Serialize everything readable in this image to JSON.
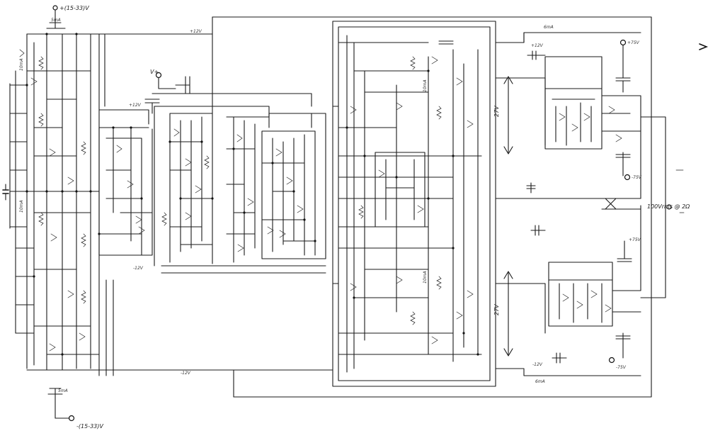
{
  "supply_top": "+(15-33)V",
  "supply_bottom": "-(15-33)V",
  "input_label": "V+",
  "output_label": "100Vrms @ 2Ω",
  "labels": {
    "top_current": "5mA",
    "bottom_current": "5mA",
    "rail_pos": "+12V",
    "rail_neg": "-12V",
    "rail_pos_top": "+12V",
    "rail_neg_bottom": "-12V",
    "right_top_current": "6mA",
    "right_bottom_current": "6mA",
    "out_top_v": "+75V",
    "out_mid_v": "+75V",
    "out_low_v": "-75V",
    "out_bottom_v": "-75V",
    "rail_pos_out": "+12V",
    "rail_neg_out": "-12V",
    "span_top": "27V",
    "span_bottom": "27V",
    "mid_left_ma": "10mA",
    "mid_right_ma": "10mA",
    "mid_left_ma2": "10mA",
    "mid_right_ma2": "10mA"
  }
}
